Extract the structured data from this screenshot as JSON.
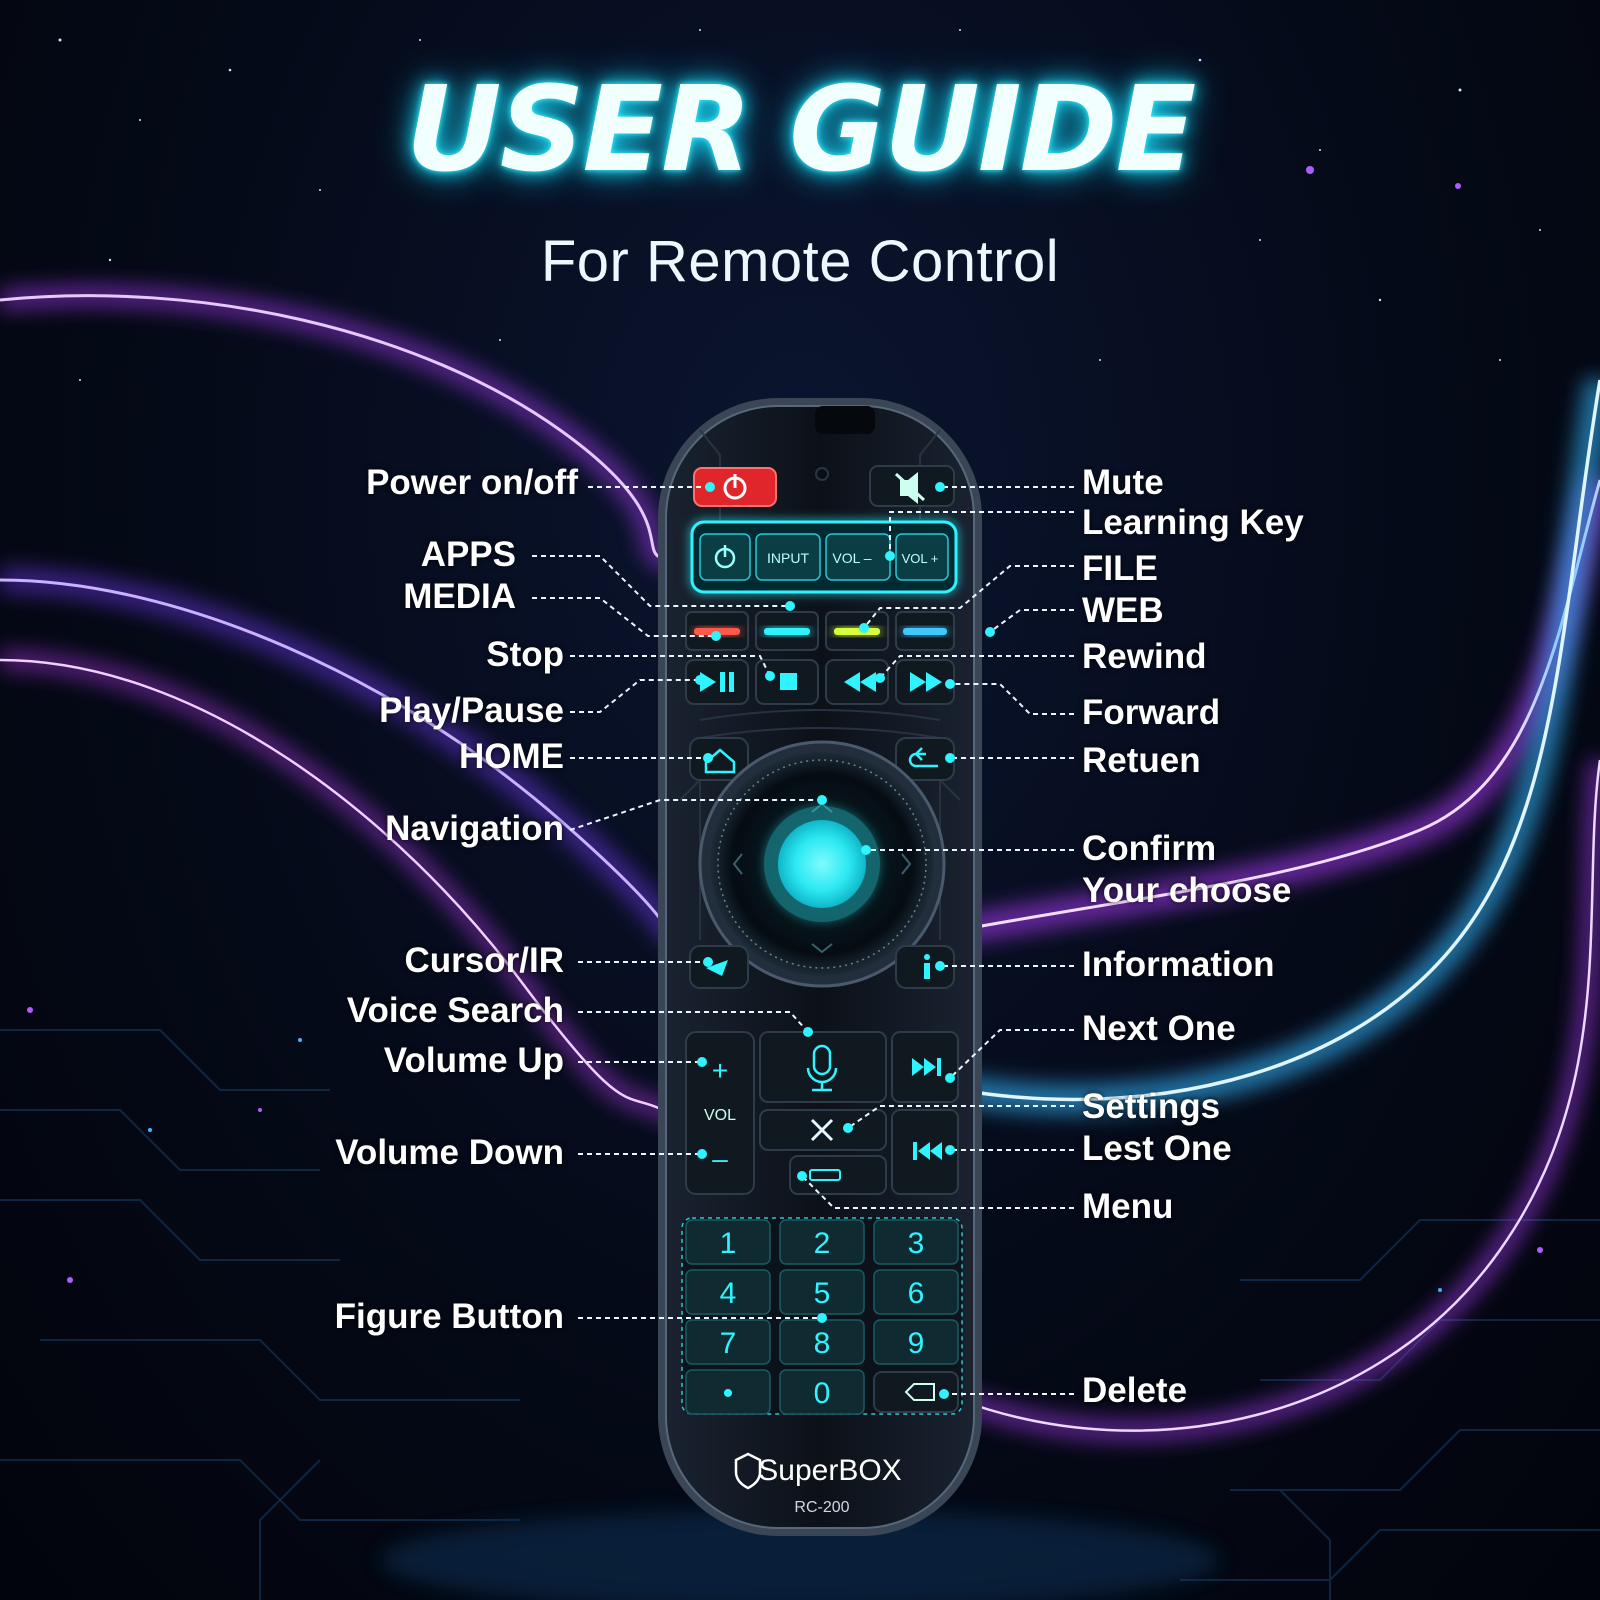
{
  "header": {
    "title": "USER GUIDE",
    "subtitle": "For Remote Control"
  },
  "remote": {
    "brand": "SuperBOX",
    "model": "RC-200",
    "learning_keys": [
      "INPUT",
      "VOL –",
      "VOL +"
    ],
    "vol_label": "VOL",
    "keypad": [
      "1",
      "2",
      "3",
      "4",
      "5",
      "6",
      "7",
      "8",
      "9",
      "•",
      "0"
    ]
  },
  "callouts_left": [
    {
      "id": "power",
      "text": "Power on/off"
    },
    {
      "id": "apps",
      "text": "APPS"
    },
    {
      "id": "media",
      "text": "MEDIA"
    },
    {
      "id": "stop",
      "text": "Stop"
    },
    {
      "id": "playpause",
      "text": "Play/Pause"
    },
    {
      "id": "home",
      "text": "HOME"
    },
    {
      "id": "navigation",
      "text": "Navigation"
    },
    {
      "id": "cursor",
      "text": "Cursor/IR"
    },
    {
      "id": "voice",
      "text": "Voice Search"
    },
    {
      "id": "volup",
      "text": "Volume Up"
    },
    {
      "id": "voldown",
      "text": "Volume Down"
    },
    {
      "id": "figure",
      "text": "Figure Button"
    }
  ],
  "callouts_right": [
    {
      "id": "mute",
      "text": "Mute"
    },
    {
      "id": "learning",
      "text": "Learning Key"
    },
    {
      "id": "file",
      "text": "FILE"
    },
    {
      "id": "web",
      "text": "WEB"
    },
    {
      "id": "rewind",
      "text": "Rewind"
    },
    {
      "id": "forward",
      "text": "Forward"
    },
    {
      "id": "return",
      "text": "Retuen"
    },
    {
      "id": "confirm",
      "text": "Confirm\nYour choose"
    },
    {
      "id": "info",
      "text": "Information"
    },
    {
      "id": "next",
      "text": "Next One"
    },
    {
      "id": "settings",
      "text": "Settings"
    },
    {
      "id": "last",
      "text": "Lest One"
    },
    {
      "id": "menu",
      "text": "Menu"
    },
    {
      "id": "delete",
      "text": "Delete"
    }
  ],
  "colors": {
    "accent": "#2ff3ff",
    "power_red": "#e0262b",
    "wave_purple": "#b03cff",
    "wave_blue": "#34b8ff",
    "app_red": "#ff5a4a",
    "media_yellow": "#d8ff3a"
  }
}
